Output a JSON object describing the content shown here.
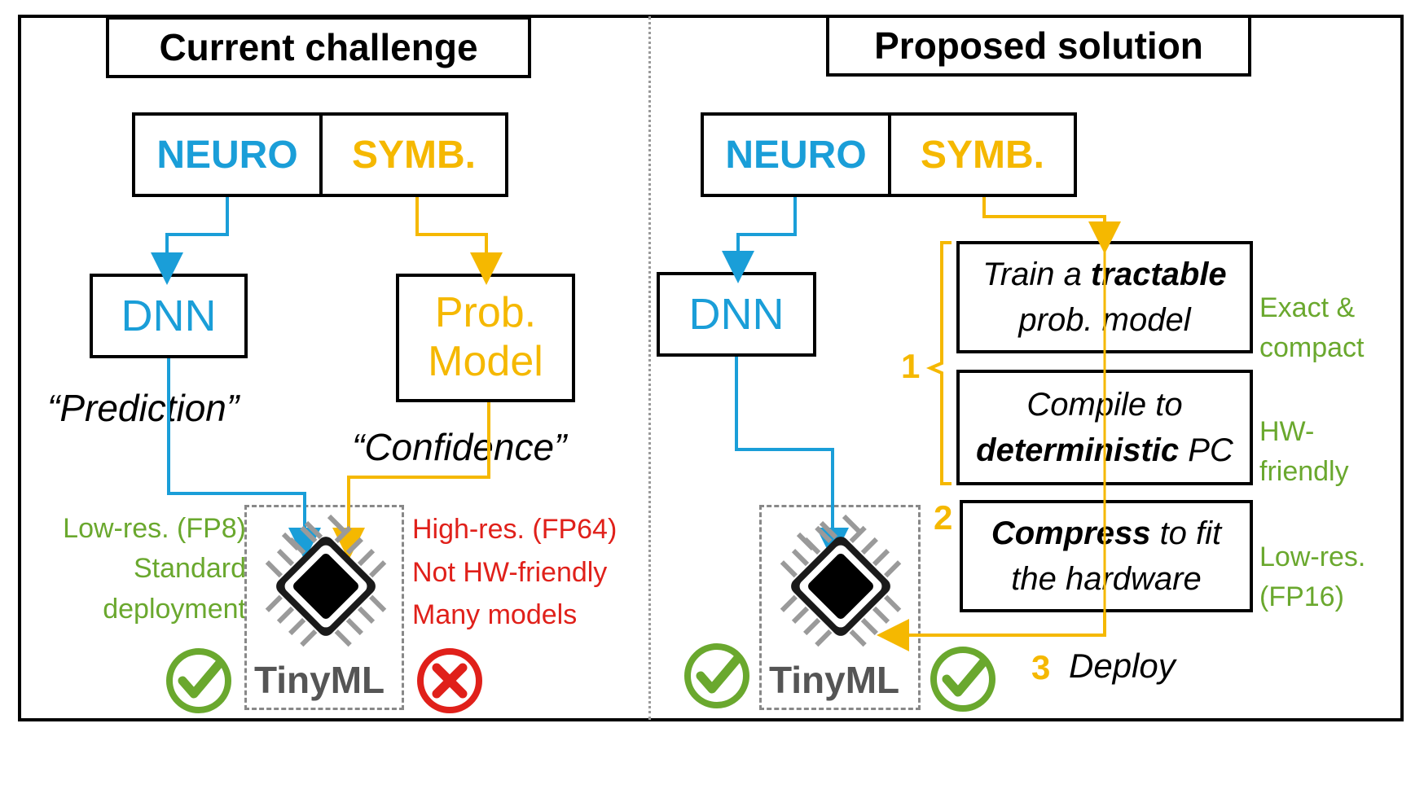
{
  "left": {
    "title": "Current challenge",
    "neuro_label": "NEURO",
    "symb_label": "SYMB.",
    "dnn_label": "DNN",
    "prob_label_line1": "Prob.",
    "prob_label_line2": "Model",
    "prediction_quote": "“Prediction”",
    "confidence_quote": "“Confidence”",
    "green_notes": [
      "Low-res. (FP8)",
      "Standard",
      "deployment"
    ],
    "red_notes": [
      "High-res. (FP64)",
      "Not HW-friendly",
      "Many models"
    ],
    "chip_label": "TinyML"
  },
  "right": {
    "title": "Proposed solution",
    "neuro_label": "NEURO",
    "symb_label": "SYMB.",
    "dnn_label": "DNN",
    "step1_box1_pre": "Train a ",
    "step1_box1_bold": "tractable",
    "step1_box1_line2": "prob. model",
    "step1_box2_line1": "Compile to",
    "step1_box2_bold": "deterministic",
    "step1_box2_post": " PC",
    "step2_bold": "Compress",
    "step2_post": " to fit",
    "step2_line2": "the hardware",
    "step1_number": "1",
    "step2_number": "2",
    "step3_number": "3",
    "deploy_label": "Deploy",
    "note_exact_line1": "Exact &",
    "note_exact_line2": "compact",
    "note_hw_line1": "HW-",
    "note_hw_line2": "friendly",
    "note_lowres_line1": "Low-res.",
    "note_lowres_line2": "(FP16)",
    "chip_label": "TinyML"
  },
  "colors": {
    "neuro": "#1a9ed8",
    "symb": "#f5b800",
    "good": "#6aa82e",
    "bad": "#e0201a"
  },
  "icons": {
    "check": "check-circle-icon",
    "cross": "x-circle-icon",
    "chip": "chip-icon"
  }
}
